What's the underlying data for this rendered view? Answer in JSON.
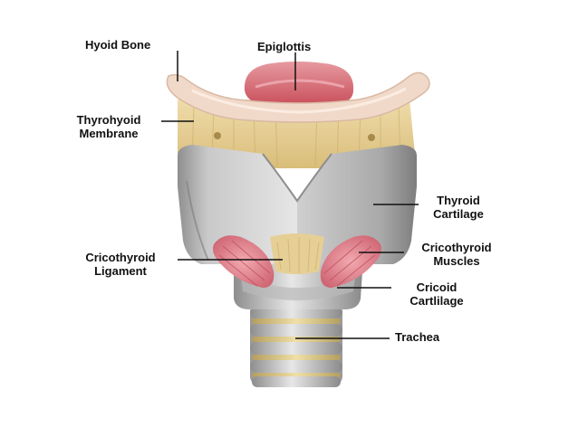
{
  "colors": {
    "background": "#ffffff",
    "hyoid": "#f1d9c9",
    "membrane": "#e6cf95",
    "cartilage": "#cfcfcf",
    "cartilage_shade": "#9e9e9e",
    "epiglottis": "#d9707a",
    "muscle": "#e48a95",
    "trachea_ring": "#c9c9c9",
    "trachea_band": "#e2d39a",
    "leader_line": "#111111"
  },
  "labels": {
    "hyoid_bone": "Hyoid Bone",
    "epiglottis": "Epiglottis",
    "thyrohyoid_membrane": "Thyrohyoid\nMembrane",
    "thyroid_cartilage": "Thyroid\nCartilage",
    "cricothyroid_ligament": "Cricothyroid\nLigament",
    "cricothyroid_muscles": "Cricothyroid\nMuscles",
    "cricoid_cartilage": "Cricoid\nCartlilage",
    "trachea": "Trachea"
  },
  "structures": [
    "hyoid-bone",
    "epiglottis",
    "thyrohyoid-membrane",
    "thyroid-cartilage",
    "cricothyroid-ligament",
    "cricothyroid-muscles",
    "cricoid-cartilage",
    "trachea"
  ]
}
